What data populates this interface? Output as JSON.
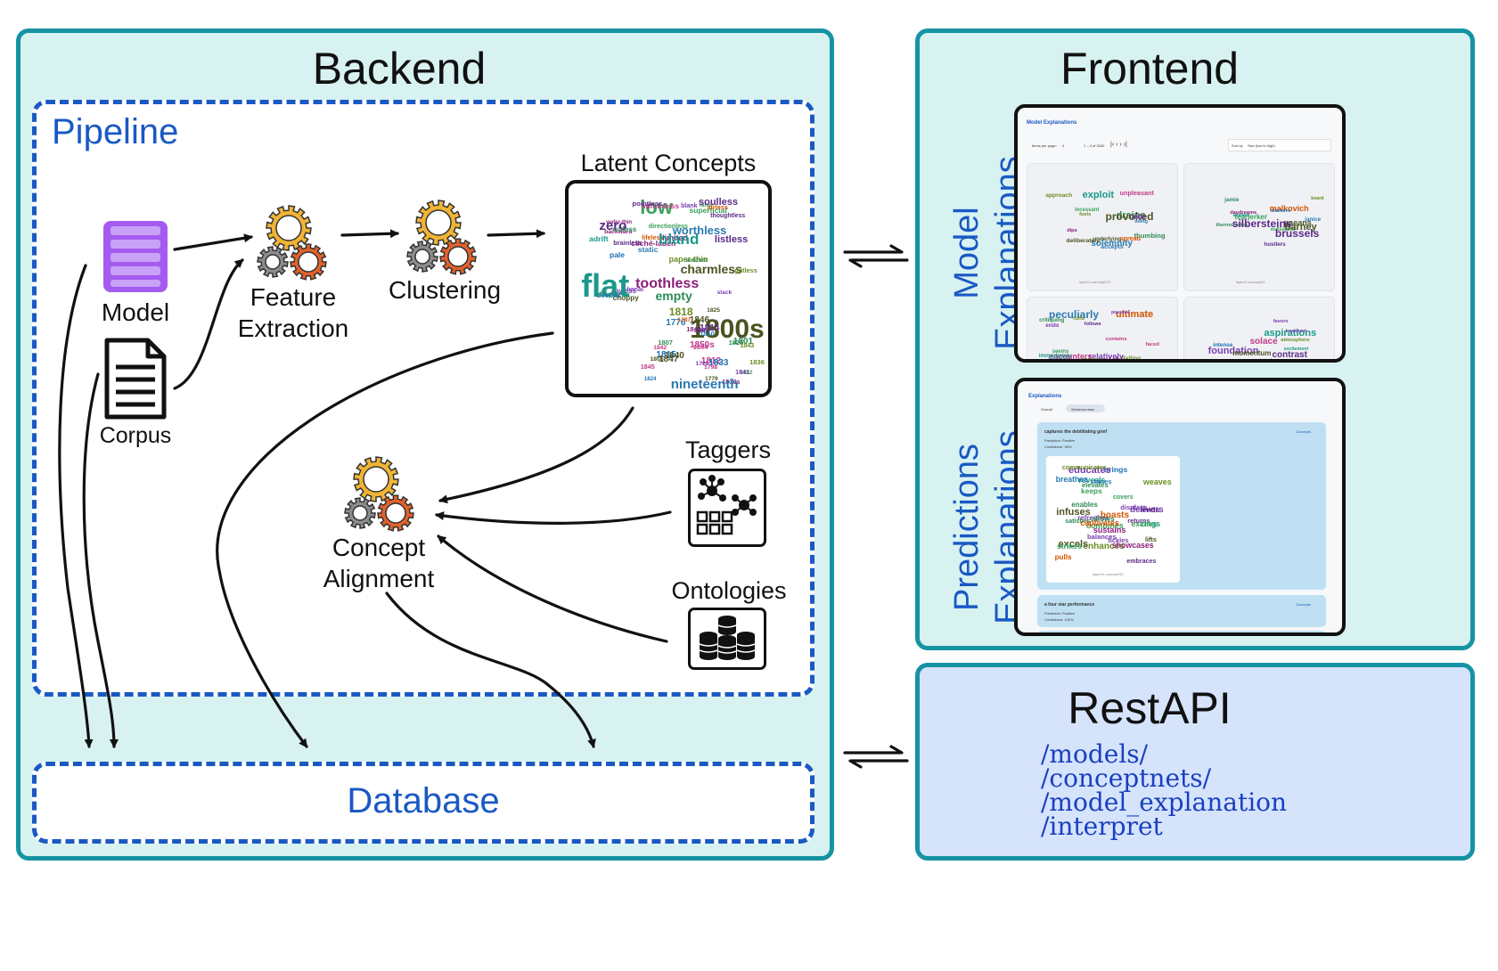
{
  "backend": {
    "title": "Backend"
  },
  "pipeline": {
    "title": "Pipeline",
    "model_label": "Model",
    "corpus_label": "Corpus",
    "feature_extraction": [
      "Feature",
      "Extraction"
    ],
    "clustering_label": "Clustering",
    "latent_concepts_label": "Latent Concepts",
    "concept_alignment": [
      "Concept",
      "Alignment"
    ],
    "taggers_label": "Taggers",
    "ontologies_label": "Ontologies",
    "wordcloud_top": [
      "adrift",
      "static",
      "shapeless",
      "directionless",
      "worthless",
      "thoughtless",
      "pale",
      "blank",
      "low",
      "paper-thin",
      "cliché-laden",
      "lifeless",
      "lame",
      "slack",
      "charmless",
      "empty",
      "backward",
      "joyless",
      "limited",
      "listless",
      "humorless",
      "choppy",
      "subzero",
      "superficial",
      "flat",
      "airless",
      "brainless",
      "wafer-thin",
      "devoid",
      "pointless",
      "gutless",
      "banal",
      "witless",
      "soulless",
      "zero",
      "bland",
      "toothless"
    ],
    "wordcloud_bottom": [
      "1800s",
      "1812",
      "1832",
      "1776",
      "1840",
      "1840s",
      "1830s",
      "1787",
      "1845",
      "1694",
      "1824",
      "1803",
      "1836",
      "1846",
      "1815",
      "1850s",
      "1805",
      "1810",
      "1807",
      "1779",
      "1841",
      "nineteenth",
      "1729",
      "1825",
      "1842",
      "1847",
      "1814",
      "1833",
      "1801",
      "1826",
      "1818",
      "1843",
      "1798"
    ]
  },
  "database": {
    "title": "Database"
  },
  "frontend": {
    "title": "Frontend",
    "model_explanations": [
      "Model",
      "Explanations"
    ],
    "predictions_explanations": [
      "Predictions",
      "Explanations"
    ],
    "shot1": {
      "header": "Model Explanations",
      "pager": "Items per page:",
      "pager_value": "4",
      "range": "1 – 4 of 3430",
      "sort": "Sort by",
      "sort_value": "Size (low to high)",
      "cloud1": [
        "underlying",
        "approach",
        "exploit",
        "unpleasant",
        "drains",
        "dips",
        "provoked",
        "thumbing",
        "solemnity",
        "spread",
        "hide",
        "doing",
        "fuels",
        "deliberately",
        "accepts",
        "incessant"
      ],
      "cloud2": [
        "outsiders",
        "thermocrates",
        "tearjerker",
        "malkovich",
        "paeans",
        "barney",
        "beard",
        "andes",
        "brussels",
        "jamie",
        "janice",
        "silbersteins",
        "daydreams",
        "hustlers",
        "slackers"
      ],
      "cloud3": [
        "relatively",
        "encounters",
        "follows",
        "ultimate",
        "ends",
        "quickly",
        "peculiarly",
        "achieves",
        "falling",
        "contains",
        "runs",
        "immediately",
        "becomes",
        "critiquing",
        "possess",
        "seems",
        "faced"
      ],
      "cloud4": [
        "excitement",
        "solace",
        "intense",
        "contrast",
        "foundation",
        "momentum",
        "aspirations",
        "atmosphere",
        "treatment",
        "favors",
        "levels"
      ],
      "card_footer1": "layer11-concept379",
      "card_footer2": "layer11-concept91"
    },
    "shot2": {
      "header": "Explanations",
      "tab1": "Overall",
      "tab2": "Sentence-wise",
      "sentence1": "captures the debilitating grief",
      "prediction1": "Prediction: Positive",
      "confidence1": "Confidence: 95%",
      "concepts_btn": "Concepts",
      "cloud": [
        "enables",
        "returns",
        "reveals",
        "refreshes",
        "displays",
        "brings",
        "embraces",
        "sustains",
        "boasts",
        "weaves",
        "enhances",
        "combines",
        "showcases",
        "allows",
        "excels",
        "strikes",
        "balances",
        "lifts",
        "educates",
        "shines",
        "covers",
        "infuses",
        "zings",
        "delivers",
        "lends",
        "keeps",
        "satisfies",
        "captivates",
        "pulls",
        "elevates",
        "breathes",
        "excites",
        "communicates",
        "tickles"
      ],
      "cloud_footer": "layer10-concept911",
      "sentence2": "a four star performance",
      "prediction2": "Prediction: Positive",
      "confidence2": "Confidence: 100%"
    }
  },
  "restapi": {
    "title": "RestAPI",
    "endpoints": [
      "/models/",
      "/conceptnets/",
      "/model_explanation",
      "/interpret"
    ]
  },
  "colors": {
    "panel_border": "#1593a3",
    "panel_fill": "#d7f2f1",
    "dashed_blue": "#1a59c4",
    "restapi_fill": "#d5e3fb",
    "model_icon": "#a45cf0",
    "gear_yellow": "#f0b436",
    "gear_orange": "#e2622b",
    "gear_gray": "#8c8c8c"
  }
}
